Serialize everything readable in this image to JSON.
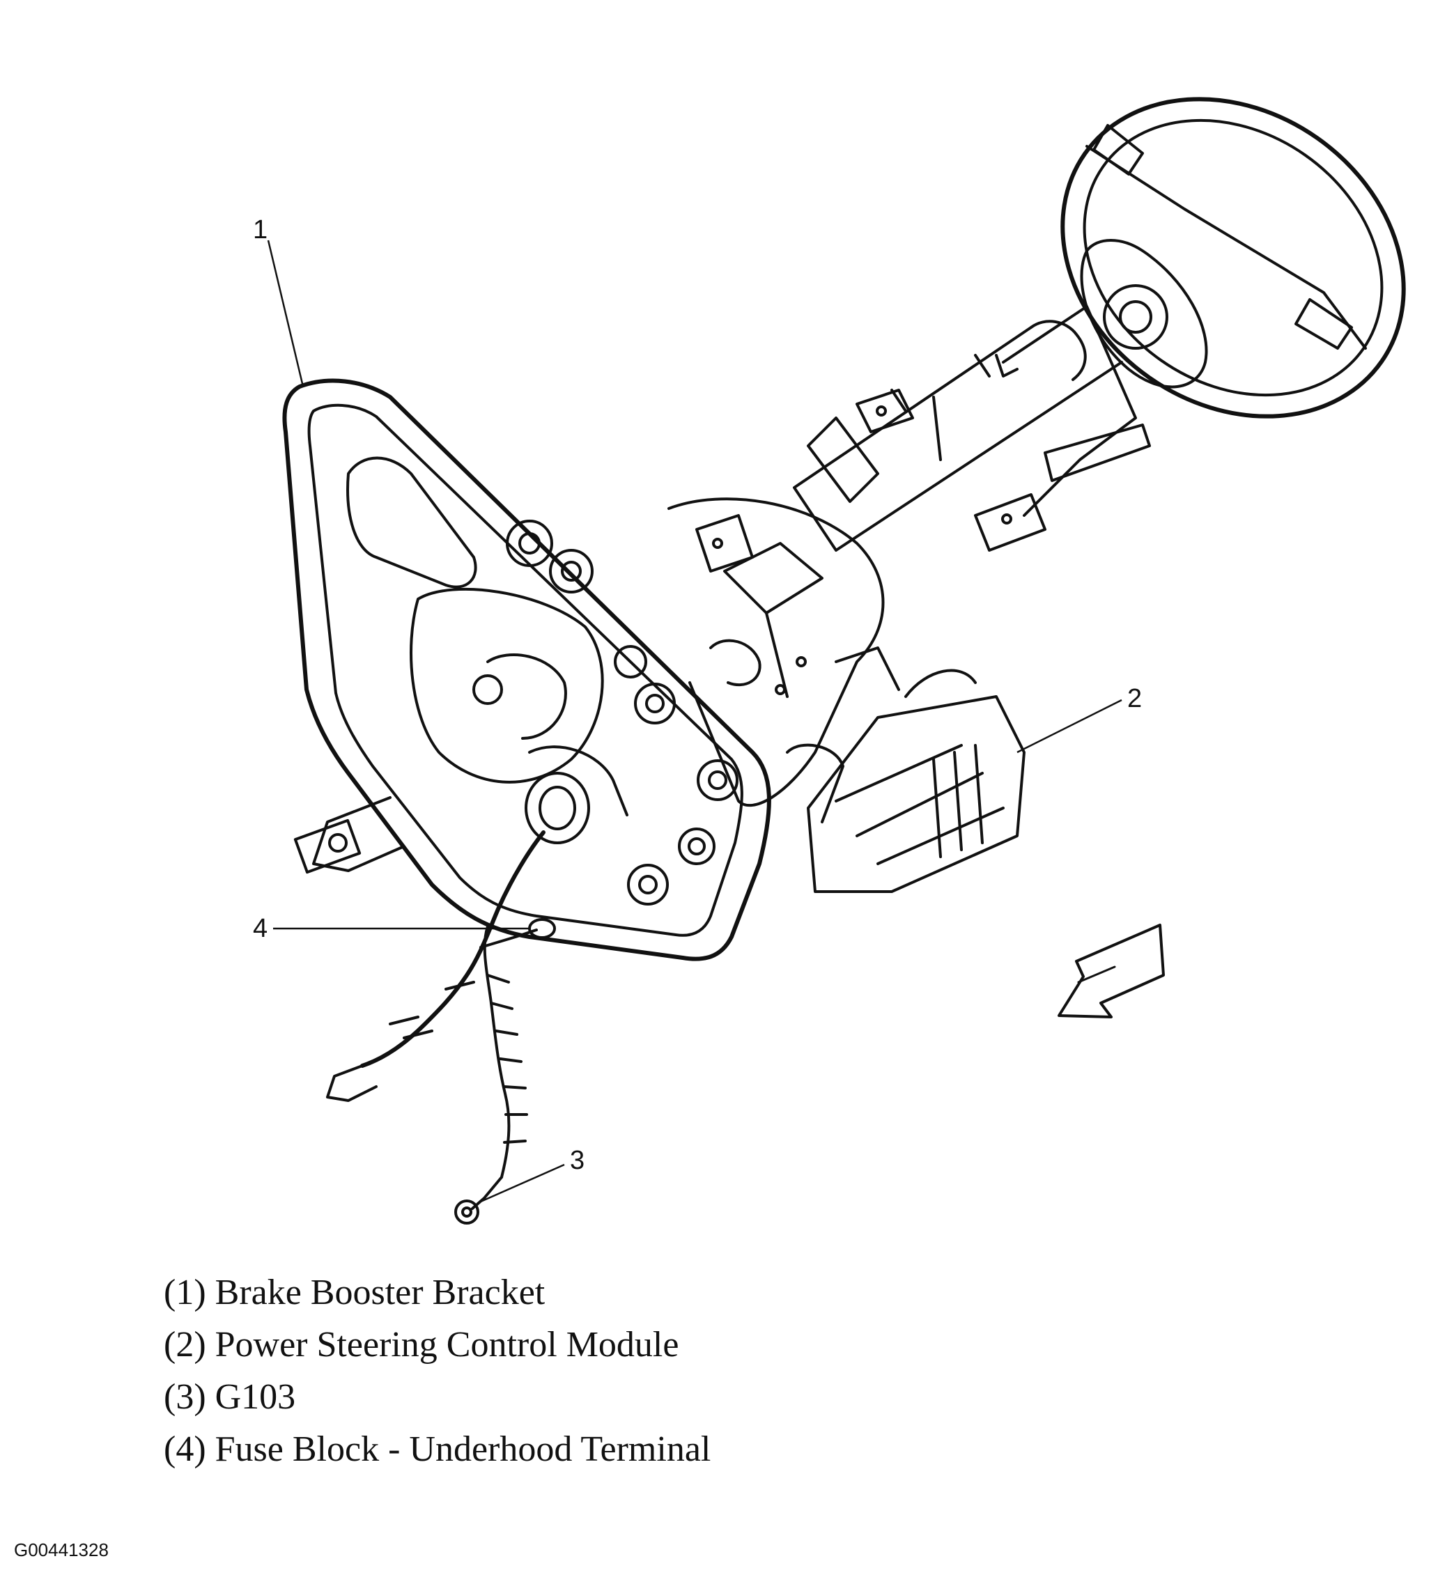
{
  "callouts": [
    {
      "number": "1",
      "label": "Brake Booster Bracket"
    },
    {
      "number": "2",
      "label": "Power Steering Control Module"
    },
    {
      "number": "3",
      "label": "G103"
    },
    {
      "number": "4",
      "label": "Fuse Block - Underhood Terminal"
    }
  ],
  "legend": [
    "(1) Brake Booster Bracket",
    "(2) Power Steering Control Module",
    "(3) G103",
    "(4) Fuse Block - Underhood Terminal"
  ],
  "figure_id": "G00441328"
}
